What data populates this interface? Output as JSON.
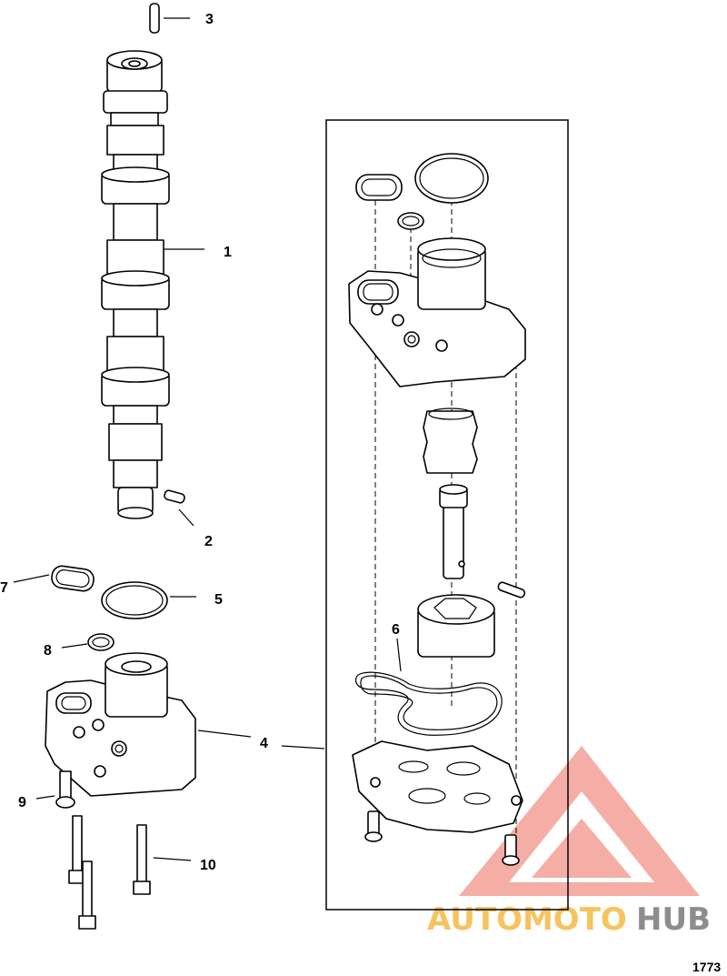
{
  "callouts": {
    "c1": "1",
    "c2": "2",
    "c3": "3",
    "c4": "4",
    "c5": "5",
    "c6": "6",
    "c7": "7",
    "c8": "8",
    "c9": "9",
    "c10": "10"
  },
  "figure_number": "1773",
  "watermark": {
    "text_part1": "AUTOMOTO",
    "text_part2": "HUB",
    "color_primary": "#f08070",
    "color_secondary": "#f5b942",
    "color_tertiary": "#7a7a7a"
  }
}
